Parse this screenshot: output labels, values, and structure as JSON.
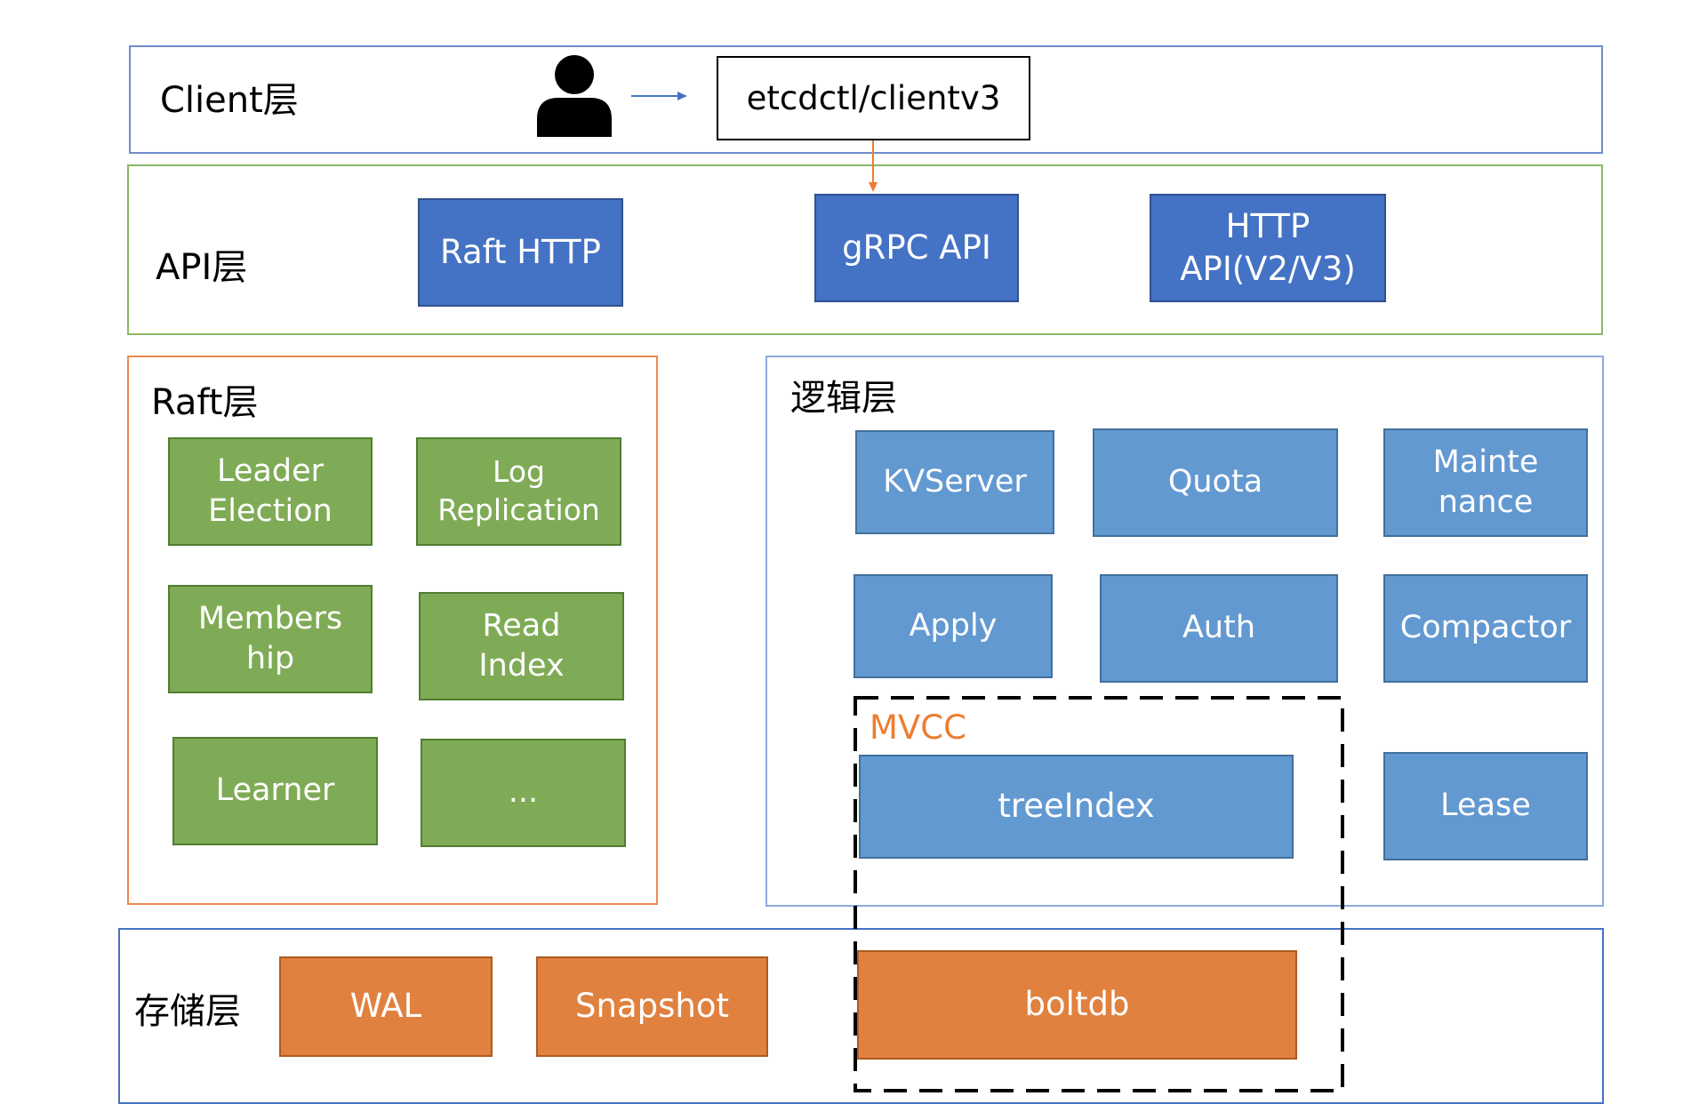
{
  "client_layer": {
    "title": "Client层",
    "user_icon": "user-icon",
    "client_box": "etcdctl/clientv3"
  },
  "api_layer": {
    "title": "API层",
    "boxes": [
      "Raft HTTP",
      "gRPC API",
      "HTTP\nAPI(V2/V3)"
    ]
  },
  "raft_layer": {
    "title": "Raft层",
    "boxes": [
      "Leader\nElection",
      "Log\nReplication",
      "Members\nhip",
      "Read\nIndex",
      "Learner",
      "..."
    ]
  },
  "logic_layer": {
    "title": "逻辑层",
    "boxes": [
      "KVServer",
      "Quota",
      "Mainte\nnance",
      "Apply",
      "Auth",
      "Compactor",
      "Lease"
    ],
    "mvcc": {
      "label": "MVCC",
      "tree_index": "treeIndex"
    }
  },
  "storage_layer": {
    "title": "存储层",
    "boxes": [
      "WAL",
      "Snapshot",
      "boltdb"
    ]
  },
  "colors": {
    "client_border": "#6d8fc9",
    "api_border": "#8cb767",
    "raft_border": "#ed8a4c",
    "logic_border": "#8eaadb",
    "storage_border": "#4472c4",
    "arrow_blue": "#4472c4",
    "arrow_orange": "#ed7d31",
    "mvcc_label": "#ed7d31"
  }
}
